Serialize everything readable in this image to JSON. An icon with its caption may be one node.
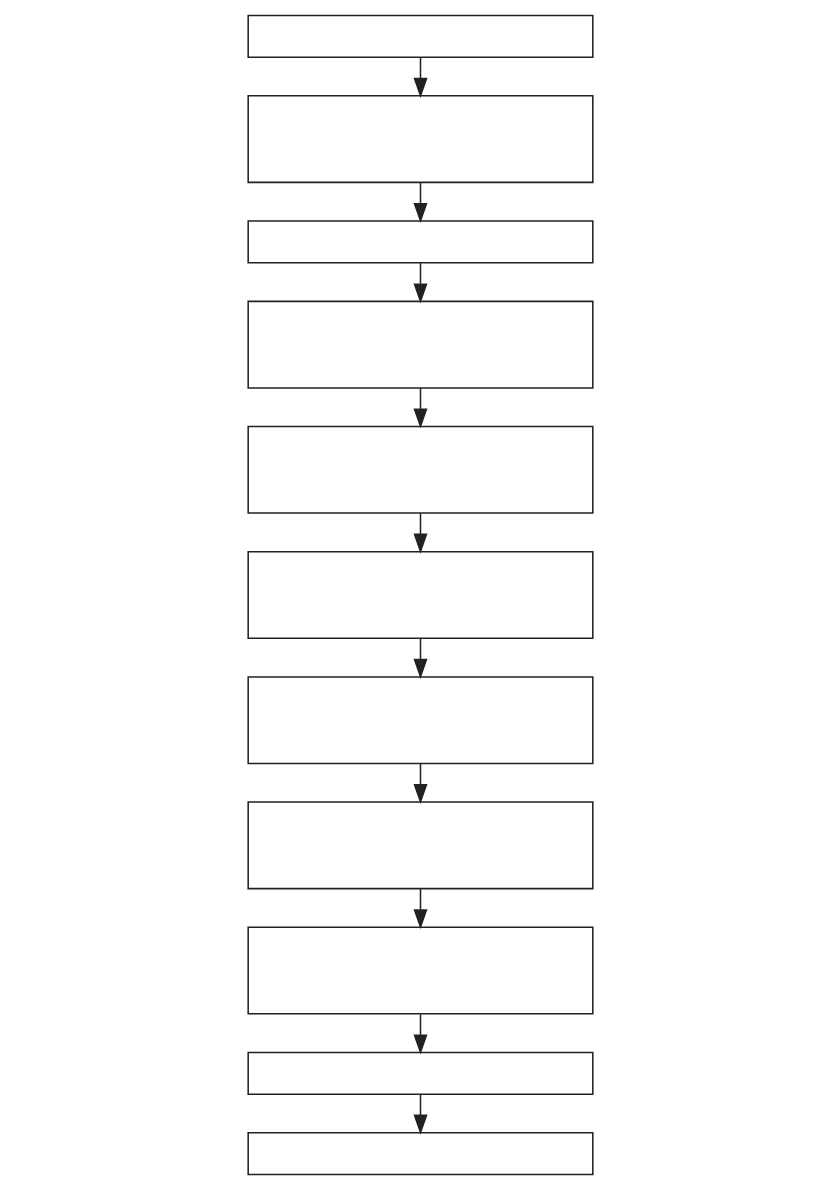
{
  "diagram": {
    "nodes": [
      {
        "text": [],
        "shape": "box"
      },
      {
        "text": [],
        "shape": "box"
      },
      {
        "text": [],
        "shape": "box"
      },
      {
        "text": [],
        "shape": "box"
      },
      {
        "text": [],
        "shape": "box"
      },
      {
        "text": [],
        "shape": "box"
      },
      {
        "text": [],
        "shape": "box"
      },
      {
        "text": [],
        "shape": "box"
      },
      {
        "text": [],
        "shape": "box"
      },
      {
        "text": [],
        "shape": "box"
      },
      {
        "text": [],
        "shape": "box"
      }
    ],
    "edges": [
      {
        "from": 0,
        "to": 1,
        "arrow": "to"
      },
      {
        "from": 1,
        "to": 2,
        "arrow": "to"
      },
      {
        "from": 2,
        "to": 3,
        "arrow": "to"
      },
      {
        "from": 3,
        "to": 4,
        "arrow": "to"
      },
      {
        "from": 4,
        "to": 5,
        "arrow": "to"
      },
      {
        "from": 5,
        "to": 6,
        "arrow": "to"
      },
      {
        "from": 6,
        "to": 7,
        "arrow": "to"
      },
      {
        "from": 7,
        "to": 8,
        "arrow": "to"
      },
      {
        "from": 8,
        "to": 9,
        "arrow": "to"
      },
      {
        "from": 9,
        "to": 10,
        "arrow": "to"
      }
    ]
  }
}
